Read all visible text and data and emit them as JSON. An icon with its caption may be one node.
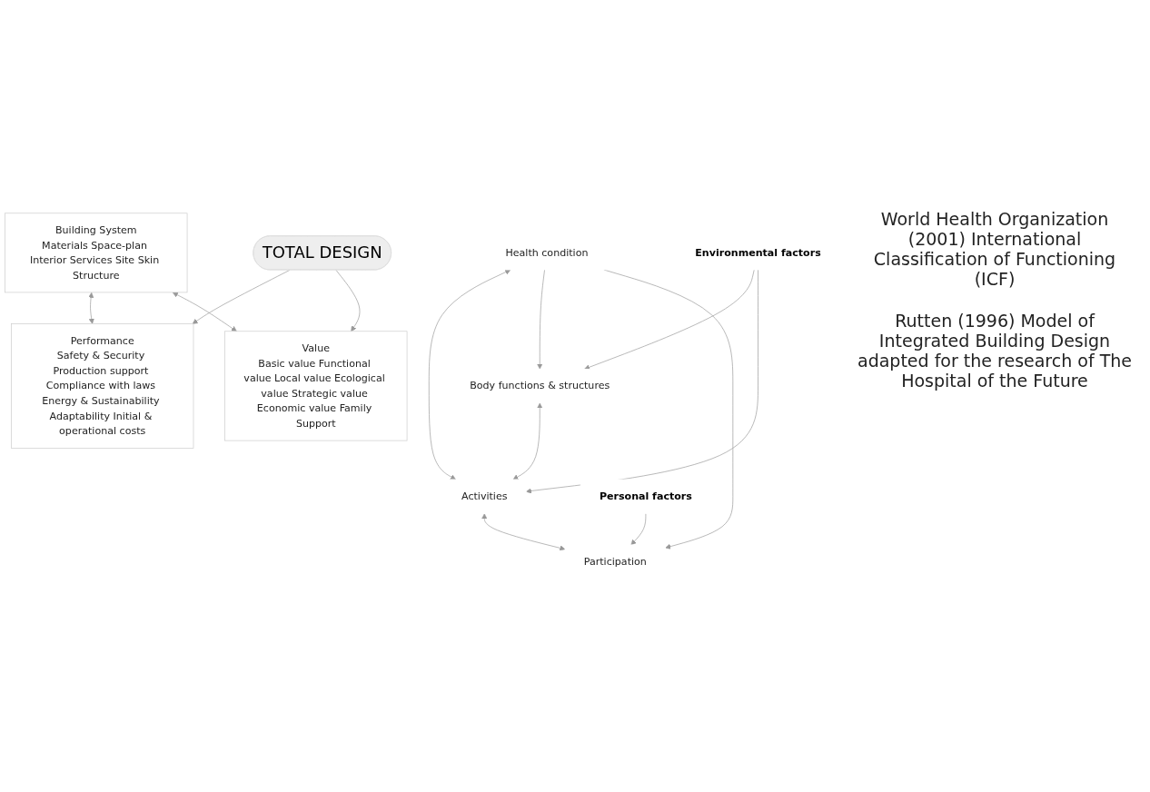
{
  "diagram": {
    "nodes": [
      {
        "text": [
          "Health condition"
        ]
      },
      {
        "text": [
          "Body functions & structures"
        ]
      },
      {
        "text": [
          "Activities"
        ]
      },
      {
        "text": [
          "Participation"
        ]
      },
      {
        "text": [
          "Environmental factors"
        ]
      },
      {
        "text": [
          "Personal factors"
        ]
      },
      {
        "text": [
          "Building System",
          "Materials Space-plan Interior Services Site Skin Structure"
        ]
      },
      {
        "text": [
          "TOTAL DESIGN"
        ]
      },
      {
        "text": [
          "Performance",
          "Safety & Security Production support Compliance with laws Energy & Sustainability Adaptability Initial & operational costs"
        ]
      },
      {
        "text": [
          "Value",
          "Basic value Functional value Local value Ecological value Strategic value Economic value Family Support"
        ]
      }
    ],
    "edges": [
      {
        "from": 0,
        "to": 2,
        "arrow": "both"
      },
      {
        "from": 0,
        "to": 1,
        "arrow": "to"
      },
      {
        "from": 0,
        "to": 3,
        "arrow": "to"
      },
      {
        "from": 1,
        "to": 2,
        "arrow": "both"
      },
      {
        "from": 2,
        "to": 3,
        "arrow": "both"
      },
      {
        "from": 4,
        "to": 1,
        "arrow": "to"
      },
      {
        "from": 4,
        "to": 2,
        "arrow": "to"
      },
      {
        "from": 5,
        "to": 3,
        "arrow": "to"
      },
      {
        "from": 6,
        "to": 8,
        "arrow": "both"
      },
      {
        "from": 6,
        "to": 9,
        "arrow": "both"
      },
      {
        "from": 7,
        "to": 8,
        "arrow": "to"
      },
      {
        "from": 7,
        "to": 9,
        "arrow": "to"
      }
    ],
    "labels": [
      "World Health Organization (2001) International Classification of Functioning (ICF)",
      "Rutten (1996) Model of Integrated Building Design adapted for the research of The Hospital of the Future"
    ]
  }
}
